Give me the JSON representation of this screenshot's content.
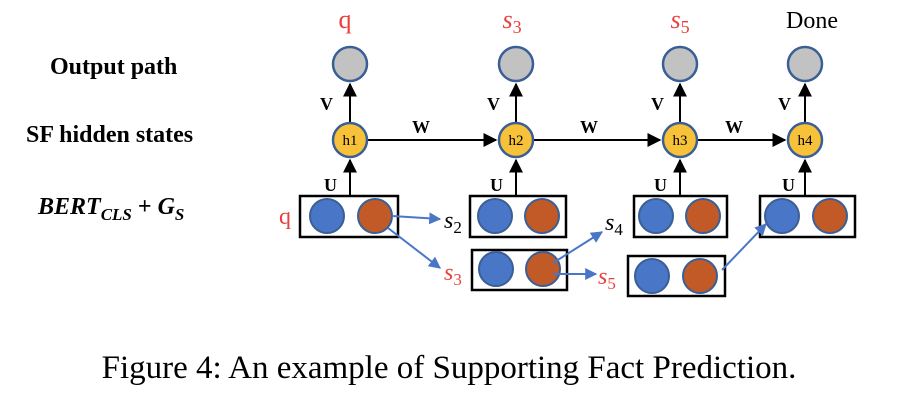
{
  "row_labels": {
    "output": "Output path",
    "hidden": "SF hidden states",
    "bert_main": "BERT",
    "bert_sub": "CLS",
    "bert_plus": " + ",
    "gs_main": "G",
    "gs_sub": "S"
  },
  "top_labels": [
    {
      "main": "q",
      "sub": ""
    },
    {
      "main": "s",
      "sub": "3"
    },
    {
      "main": "s",
      "sub": "5"
    },
    {
      "main": "Done",
      "sub": ""
    }
  ],
  "hidden_nodes": [
    "h1",
    "h2",
    "h3",
    "h4"
  ],
  "edge_labels": {
    "v": "V",
    "w": "W",
    "u": "U"
  },
  "sentence_labels": {
    "q": {
      "main": "q",
      "sub": ""
    },
    "s2": {
      "main": "s",
      "sub": "2"
    },
    "s3": {
      "main": "s",
      "sub": "3"
    },
    "s4": {
      "main": "s",
      "sub": "4"
    },
    "s5": {
      "main": "s",
      "sub": "5"
    }
  },
  "caption": "Figure 4: An example of Supporting Fact Prediction.",
  "colors": {
    "red": "#e8413b",
    "gray_fill": "#c2c2c2",
    "node_stroke": "#3a5f96",
    "hidden_fill": "#f7c13a",
    "blue_fill": "#4a76c8",
    "orange_fill": "#c25a27",
    "arrow_blue": "#4a76c8"
  }
}
